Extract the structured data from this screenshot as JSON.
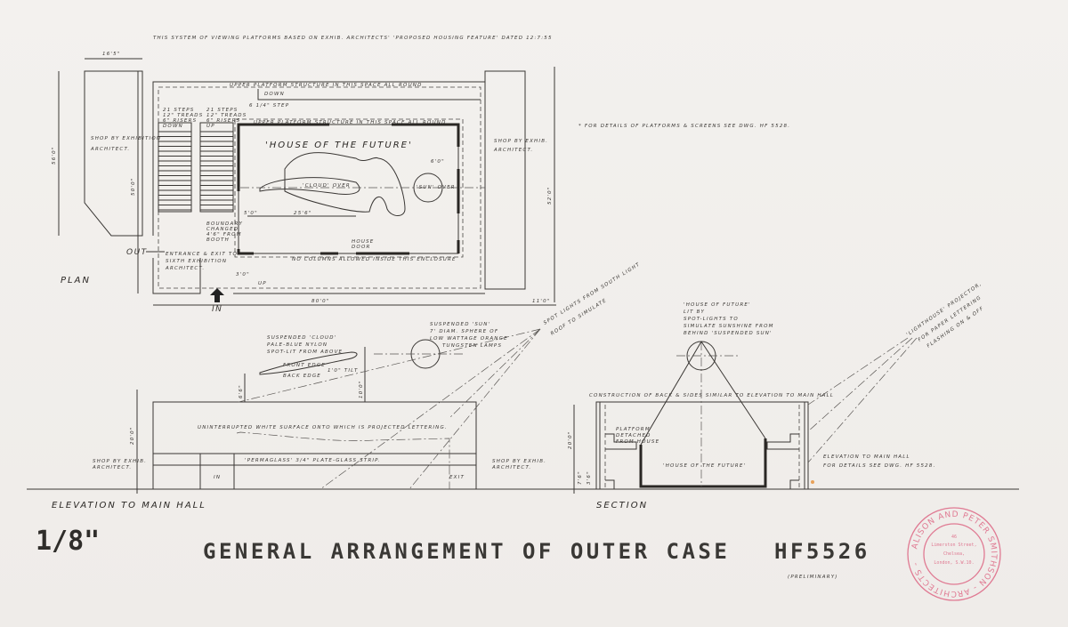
{
  "drawing": {
    "title": "GENERAL ARRANGEMENT OF OUTER CASE",
    "drawing_number": "HF5526",
    "status": "(PRELIMINARY)",
    "scale": "1/8\"",
    "top_note": "THIS SYSTEM OF VIEWING PLATFORMS BASED ON EXHIB. ARCHITECTS' 'PROPOSED HOUSING FEATURE' DATED 12:7:55",
    "side_note": "* FOR DETAILS OF PLATFORMS & SCREENS SEE DWG. HF 5528."
  },
  "plan": {
    "label": "PLAN",
    "house_label": "'HOUSE OF THE FUTURE'",
    "upper_platform_outer": "UPPER PLATFORM STRUCTURE IN THIS SPACE ALL ROUND",
    "upper_platform_inner": "UPPER PLATFORM STRUCTURE IN THIS SPACE ALL ROUND",
    "down": "DOWN",
    "step_6": "6 1/4\" STEP",
    "stairs_left": [
      "21 STEPS",
      "12\" TREADS",
      "6\" RISERS",
      "DOWN"
    ],
    "stairs_right": [
      "21 STEPS",
      "12\" TREADS",
      "6\" RISERS",
      "UP"
    ],
    "shop_left": [
      "SHOP BY EXHIBITION",
      "ARCHITECT."
    ],
    "shop_right": [
      "SHOP BY EXHIB.",
      "ARCHITECT."
    ],
    "cloud": "'CLOUD' OVER",
    "sun": "'SUN' OVER",
    "house_door": [
      "HOUSE",
      "DOOR"
    ],
    "columns_note": "NO COLUMNS ALLOWED INSIDE THIS ENCLOSURE",
    "entrance": [
      "ENTRANCE & EXIT TO",
      "SIXTH EXHIBITION",
      "ARCHITECT."
    ],
    "out": "OUT",
    "in": "IN",
    "up": "UP",
    "dims": {
      "overall_width": "80'0\"",
      "right_width": "11'0\"",
      "left_width": "16'5\"",
      "height_left": "56'0\"",
      "height_mid": "50'0\"",
      "height_right": "52'0\"",
      "d1": "5'0\"",
      "d2": "25'6\"",
      "d3": "3'0\"",
      "d4": "6'0\""
    },
    "boundary_note": [
      "BOUNDARY",
      "CHANGED",
      "4'6\" FROM",
      "BOOTH"
    ]
  },
  "elevation": {
    "label": "ELEVATION TO MAIN HALL",
    "cloud_note": [
      "SUSPENDED 'CLOUD'",
      "PALE-BLUE NYLON",
      "SPOT-LIT FROM ABOVE"
    ],
    "cloud_edges": [
      "FRONT EDGE",
      "BACK EDGE"
    ],
    "tilt": "1'0\" TILT",
    "sun_note": [
      "SUSPENDED 'SUN'",
      "7' DIAM. SPHERE OF",
      "LOW WATTAGE ORANGE",
      "TUNGSTEN LAMPS"
    ],
    "spot_note": [
      "SPOT LIGHTS FROM SOUTH LIGHT",
      "ROOF TO SIMULATE"
    ],
    "surface_note": "UNINTERRUPTED WHITE SURFACE ONTO WHICH IS PROJECTED LETTERING.",
    "strip_note": "'PERMAGLASS' 3/4\" PLATE-GLASS STRIP.",
    "shop_left": [
      "SHOP BY EXHIB.",
      "ARCHITECT."
    ],
    "shop_right": [
      "SHOP BY EXHIB.",
      "ARCHITECT."
    ],
    "in": "IN",
    "exit": "EXIT",
    "height": "20'0\"",
    "dim_a": "6'6\"",
    "dim_b": "10'0\""
  },
  "section": {
    "label": "SECTION",
    "house_note": [
      "'HOUSE OF FUTURE'",
      "LIT BY",
      "SPOT-LIGHTS TO",
      "SIMULATE SUNSHINE FROM",
      "BEHIND 'SUSPENDED SUN'"
    ],
    "construction_note": "CONSTRUCTION OF BACK & SIDES SIMILAR TO ELEVATION TO MAIN HALL",
    "platform_note": [
      "PLATFORM",
      "DETACHED",
      "FROM HOUSE"
    ],
    "house_label": "'HOUSE OF THE FUTURE'",
    "elevation_note": [
      "ELEVATION TO MAIN HALL",
      "FOR DETAILS SEE DWG. HF 5528."
    ],
    "projector_note": [
      "'LIGHTHOUSE' PROJECTOR,",
      "FOR PAPER LETTERING",
      "FLASHING ON & OFF"
    ],
    "height": "20'0\"",
    "dim_a": "7'6\"",
    "dim_b": "3'6\""
  },
  "stamp": {
    "ring_text": "ALISON AND PETER SMITHSON - ARCHITECTS -",
    "lines": [
      "46",
      "Limerston Street,",
      "Chelsea,",
      "London, S.W.10."
    ]
  },
  "colors": {
    "ink": "#3a3734",
    "stamp": "#e07a93",
    "paper": "#f1efec"
  }
}
